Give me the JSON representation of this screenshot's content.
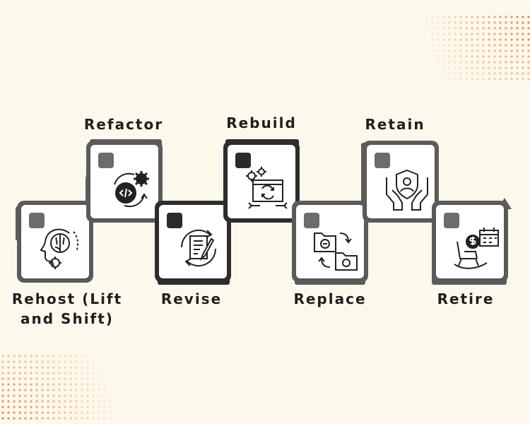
{
  "steps": [
    {
      "label": "Rehost (Lift and Shift)",
      "icon": "brain-gear-icon"
    },
    {
      "label": "Refactor",
      "icon": "code-gear-icon"
    },
    {
      "label": "Revise",
      "icon": "document-cycle-icon"
    },
    {
      "label": "Rebuild",
      "icon": "browser-gear-wrench-icon"
    },
    {
      "label": "Replace",
      "icon": "folder-swap-icon"
    },
    {
      "label": "Retain",
      "icon": "hands-shield-icon"
    },
    {
      "label": "Retire",
      "icon": "rocking-chair-calendar-icon"
    }
  ],
  "colors": {
    "background": "#fdf8ec",
    "dots": "#f07a2a",
    "connector_grey": "#5c5c5c",
    "connector_dark": "#2e2e2e",
    "card_face": "#ffffff"
  }
}
